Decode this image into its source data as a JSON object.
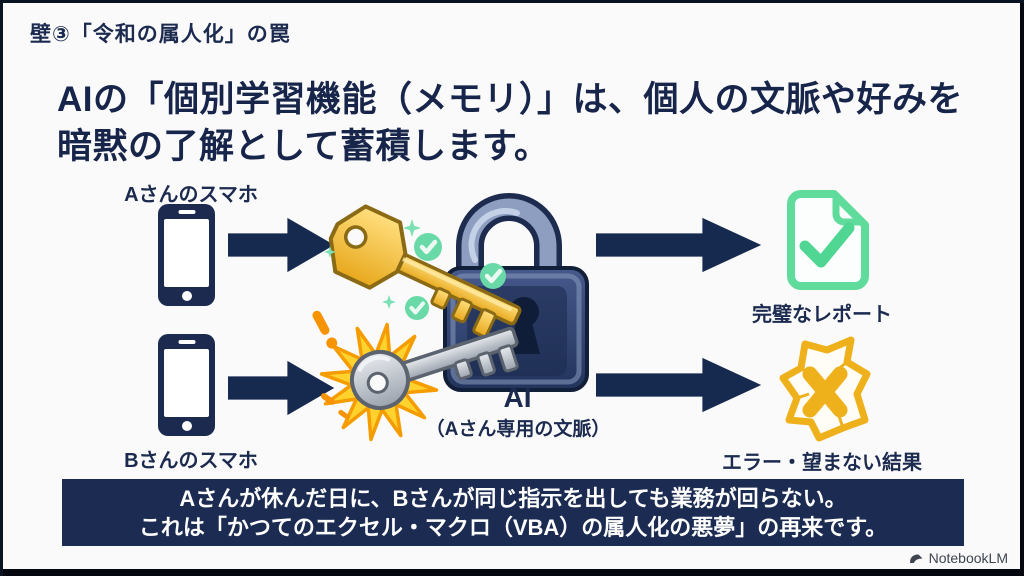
{
  "header": {
    "title": "壁③「令和の属人化」の罠"
  },
  "title": {
    "line1": "AIの「個別学習機能（メモリ）」は、個人の文脈や好みを",
    "line2": "暗黙の了解として蓄積します。"
  },
  "diagram": {
    "device_a_label": "Aさんのスマホ",
    "device_b_label": "Bさんのスマホ",
    "ai_title": "AI",
    "ai_subtitle": "（Aさん専用の文脈）",
    "good_result_label": "完璧なレポート",
    "bad_result_label": "エラー・望まない結果",
    "icons": {
      "device_a": "smartphone-icon",
      "device_b": "smartphone-icon",
      "center": "padlock-icon",
      "key_success": "gold-key-icon",
      "key_failure": "silver-key-burst-icon",
      "good_result": "document-check-icon",
      "bad_result": "crumpled-error-icon",
      "flow": "arrow-right-icon"
    }
  },
  "banner": {
    "line1": "Aさんが休んだ日に、Bさんが同じ指示を出しても業務が回らない。",
    "line2": "これは「かつてのエクセル・マクロ（VBA）の属人化の悪夢」の再来です。"
  },
  "watermark": {
    "label": "NotebookLM"
  },
  "colors": {
    "navy": "#1b2a4e",
    "banner_bg": "#1c2b51",
    "mint": "#5fdb9c",
    "check_green": "#69d9a8",
    "gold": "#f3b72e",
    "gold_outline": "#8a6a14",
    "silver": "#c3c9d4",
    "silver_outline": "#5b636f",
    "burst_yellow": "#ffd22e",
    "burst_orange": "#f59c00",
    "amber": "#eeb11c"
  }
}
